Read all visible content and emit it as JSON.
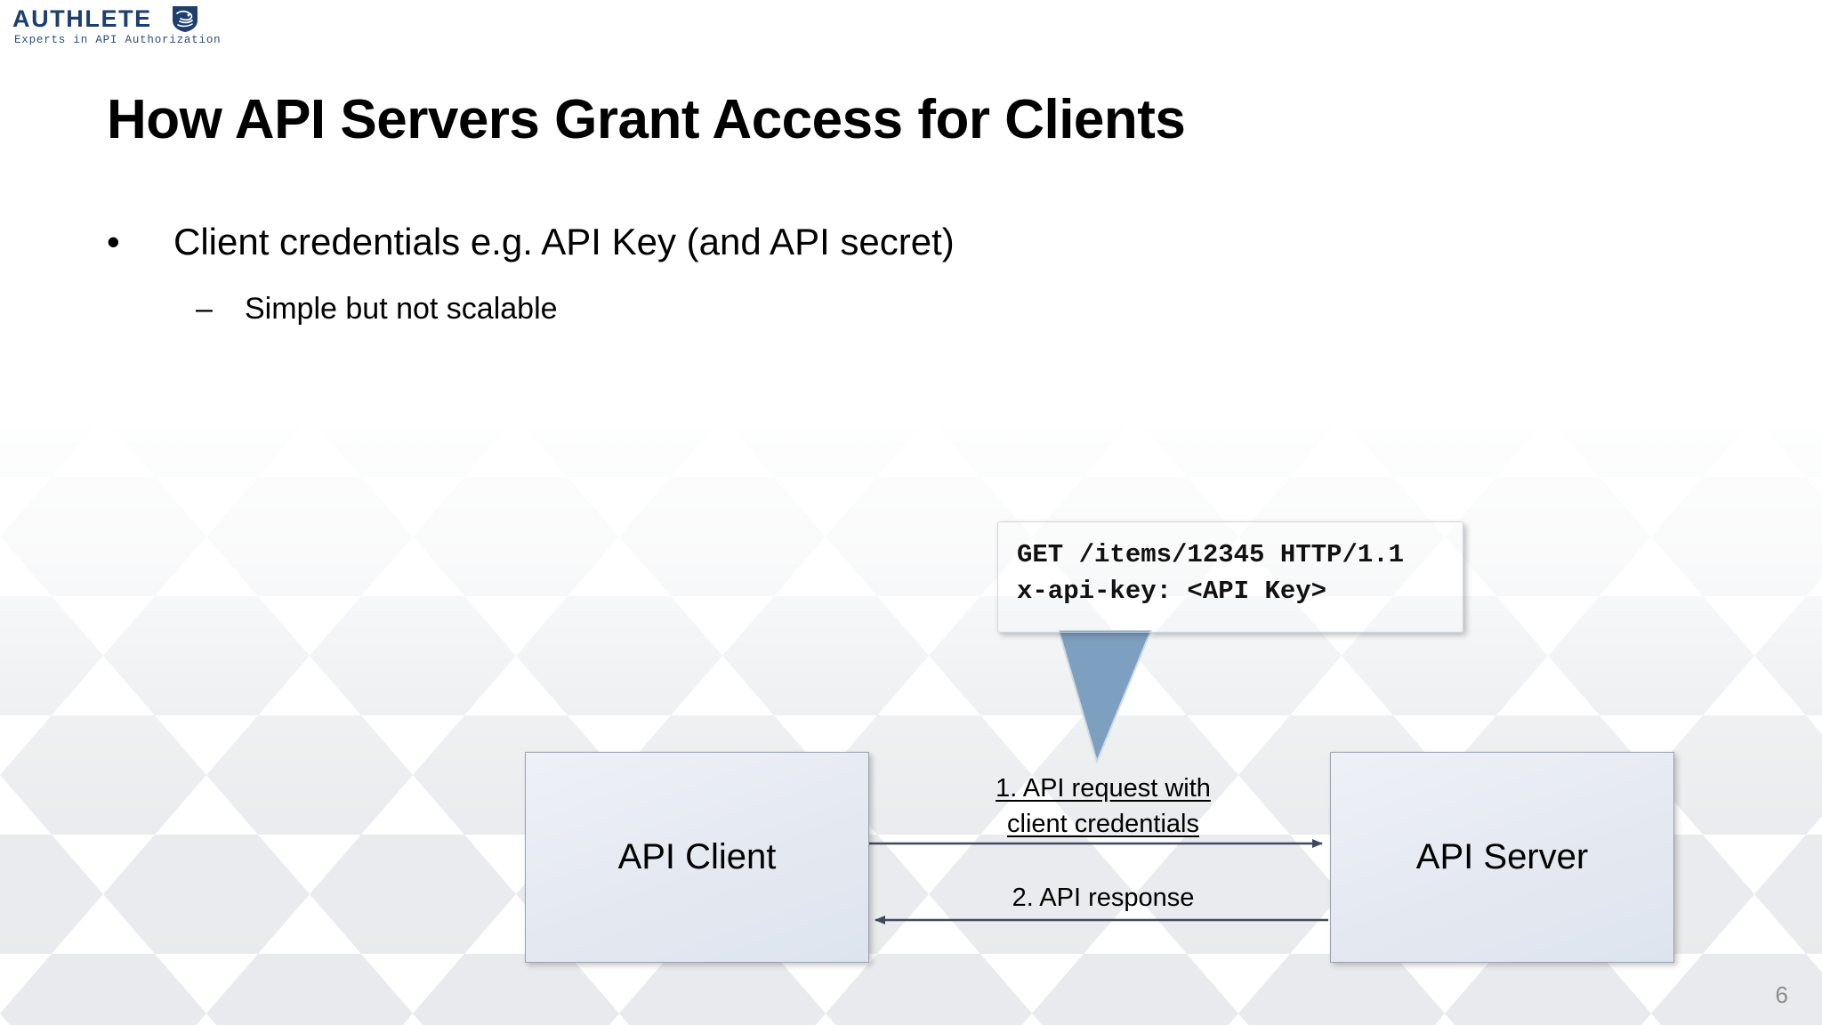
{
  "slide": {
    "page_number": "6",
    "title": "How API Servers Grant Access for Clients"
  },
  "logo": {
    "wordmark": "AUTHLETE",
    "tagline": "Experts in API Authorization",
    "shield_icon": "shield-icon",
    "color": "#1d3f6e"
  },
  "bullets": [
    {
      "level": 1,
      "marker": "•",
      "text": "Client credentials e.g. API Key (and API secret)"
    },
    {
      "level": 2,
      "marker": "–",
      "text": "Simple but not scalable"
    }
  ],
  "diagram": {
    "nodes": [
      {
        "id": "client",
        "label": "API Client"
      },
      {
        "id": "server",
        "label": "API Server"
      }
    ],
    "arrows": [
      {
        "id": "request",
        "direction": "client-to-server",
        "label_line1": "1. API request with",
        "label_line2": "client credentials",
        "underlined": true,
        "color": "#3f4a5e"
      },
      {
        "id": "response",
        "direction": "server-to-client",
        "label_line1": "2. API response",
        "label_line2": "",
        "underlined": false,
        "color": "#3f4a5e"
      }
    ],
    "callout": {
      "line1": "GET /items/12345 HTTP/1.1",
      "line2": "x-api-key: <API Key>",
      "fill_color": "#7fa1c1",
      "points_to": "request-arrow"
    }
  },
  "theme": {
    "background": "#ffffff",
    "hex_pattern_color": "#e9ebee",
    "node_fill": "#e6eaf2",
    "node_border": "#9aa2ae",
    "page_number_color": "#8c8c8c"
  }
}
